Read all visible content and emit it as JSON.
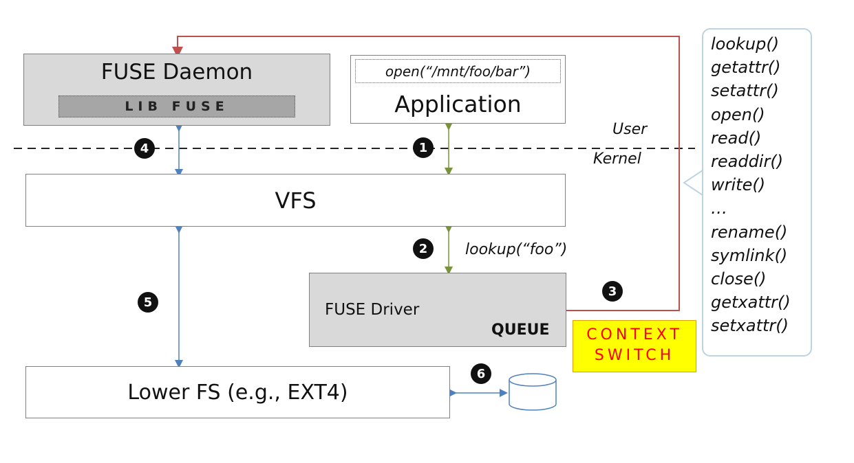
{
  "diagram": {
    "fuse_daemon": {
      "title": "FUSE Daemon",
      "lib": "LIB FUSE"
    },
    "application": {
      "call": "open(“/mnt/foo/bar”)",
      "title": "Application"
    },
    "boundary": {
      "user_label": "User",
      "kernel_label": "Kernel"
    },
    "vfs": {
      "title": "VFS"
    },
    "fuse_driver": {
      "title": "FUSE Driver",
      "queue_label": "QUEUE"
    },
    "lower_fs": {
      "title": "Lower FS (e.g., EXT4)"
    },
    "steps": [
      "1",
      "2",
      "3",
      "4",
      "5",
      "6"
    ],
    "lookup_label": "lookup(“foo”)",
    "context_switch": {
      "line1": "CONTEXT",
      "line2": "SWITCH"
    },
    "operations": [
      "lookup()",
      "getattr()",
      "setattr()",
      "open()",
      "read()",
      "readdir()",
      "write()",
      "…",
      "rename()",
      "symlink()",
      "close()",
      "getxattr()",
      "setxattr()"
    ],
    "colors": {
      "red_path": "#c0504d",
      "blue_arrow": "#4f81bd",
      "green_arrow": "#77933c",
      "context_bg": "#ffff00",
      "context_text": "#ff0000",
      "callout_border": "#bcd3e4"
    }
  }
}
